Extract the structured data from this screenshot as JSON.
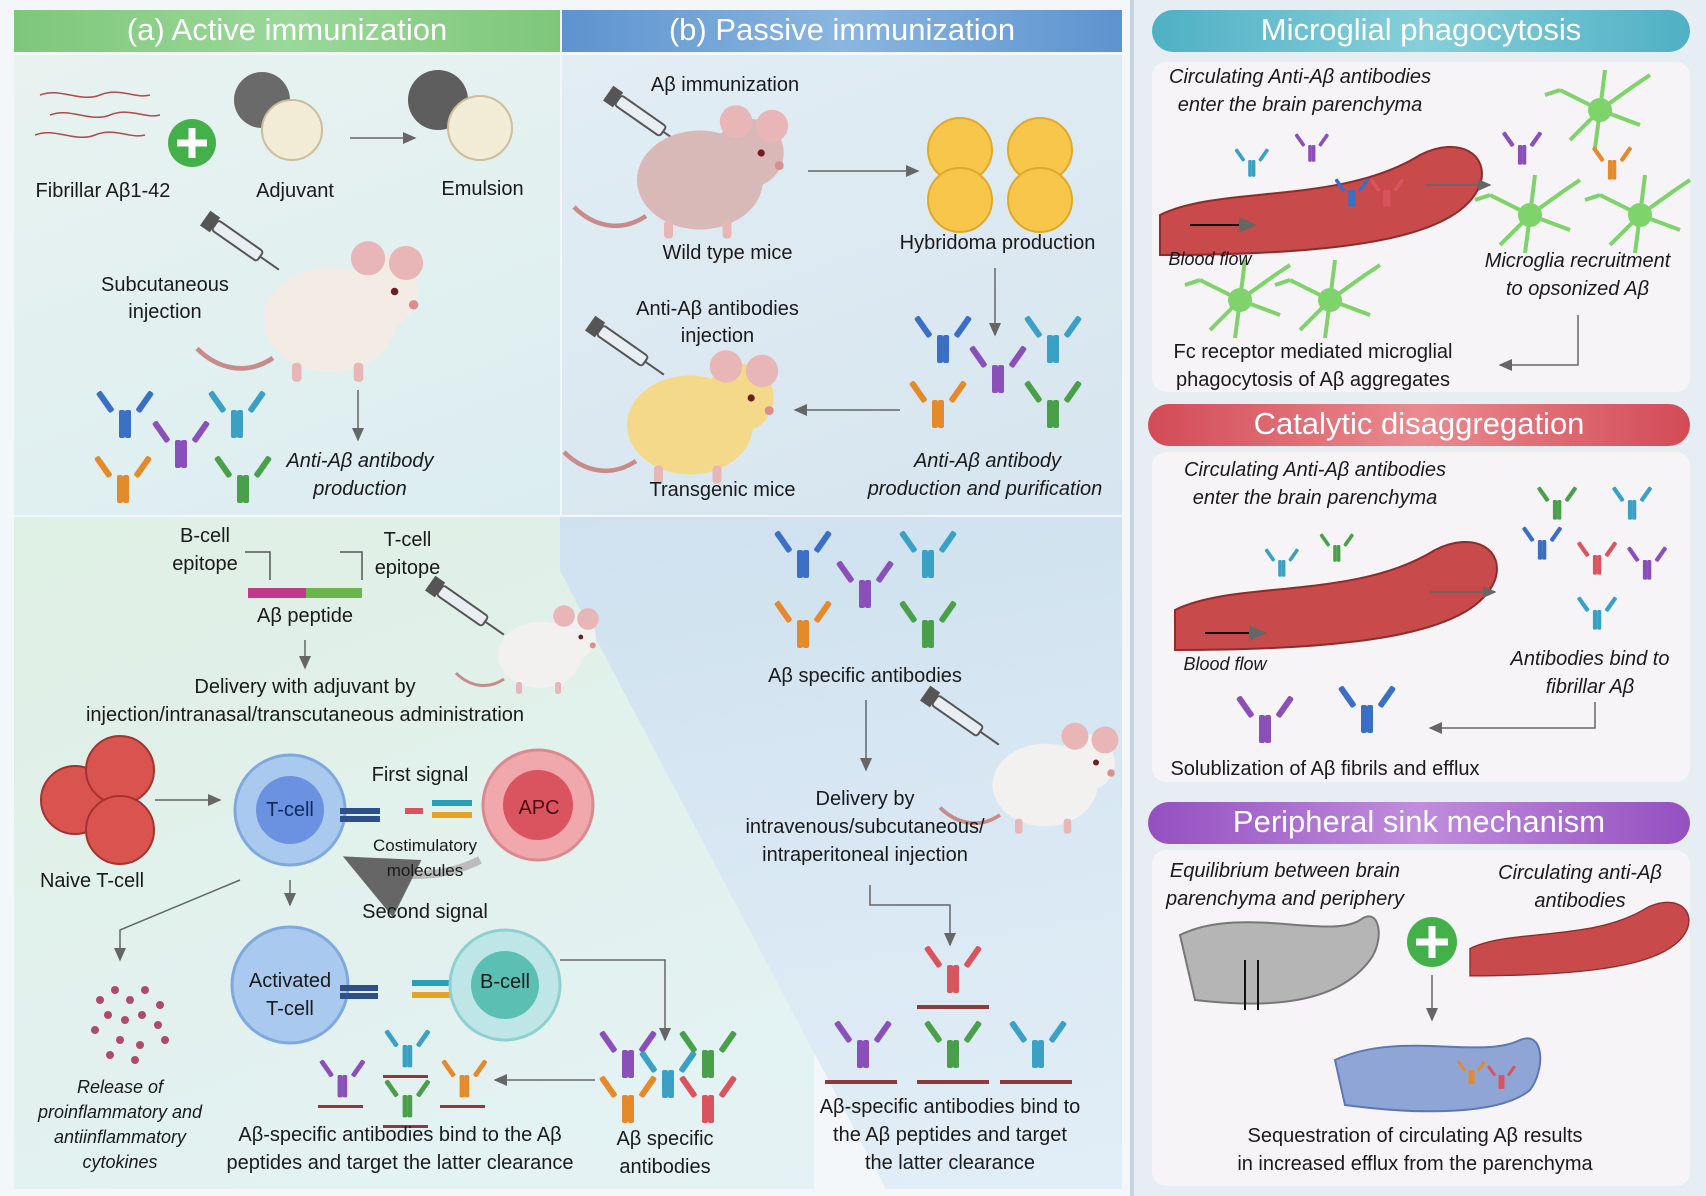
{
  "headers": {
    "active": "(a) Active immunization",
    "passive": "(b) Passive immunization",
    "microglial": "Microglial phagocytosis",
    "catalytic": "Catalytic disaggregation",
    "peripheral": "Peripheral sink mechanism"
  },
  "active_top": {
    "fibrillar": "Fibrillar Aβ1-42",
    "adjuvant": "Adjuvant",
    "emulsion": "Emulsion",
    "subcutaneous_1": "Subcutaneous",
    "subcutaneous_2": "injection",
    "antibody_1": "Anti-Aβ antibody",
    "antibody_2": "production"
  },
  "passive_top": {
    "immunization": "Aβ immunization",
    "wild_type": "Wild type mice",
    "hybridoma": "Hybridoma production",
    "injection_1": "Anti-Aβ antibodies",
    "injection_2": "injection",
    "transgenic": "Transgenic mice",
    "purification_1": "Anti-Aβ antibody",
    "purification_2": "production and purification"
  },
  "active_bottom": {
    "bcell_epitope_1": "B-cell",
    "bcell_epitope_2": "epitope",
    "tcell_epitope_1": "T-cell",
    "tcell_epitope_2": "epitope",
    "peptide": "Aβ peptide",
    "delivery_1": "Delivery with adjuvant by",
    "delivery_2": "injection/intranasal/transcutaneous administration",
    "naive": "Naive T-cell",
    "tcell": "T-cell",
    "apc": "APC",
    "first_signal": "First signal",
    "costim_1": "Costimulatory",
    "costim_2": "molecules",
    "second_signal": "Second signal",
    "activated_1": "Activated",
    "activated_2": "T-cell",
    "bcell": "B-cell",
    "release_1": "Release of",
    "release_2": "proinflammatory and",
    "release_3": "antiinflammatory",
    "release_4": "cytokines",
    "bind_1": "Aβ-specific antibodies bind to the Aβ",
    "bind_2": "peptides and target the latter clearance",
    "specific_1": "Aβ specific",
    "specific_2": "antibodies"
  },
  "passive_bottom": {
    "specific": "Aβ specific antibodies",
    "delivery_1": "Delivery by",
    "delivery_2": "intravenous/subcutaneous/",
    "delivery_3": "intraperitoneal injection",
    "bind_1": "Aβ-specific antibodies bind to",
    "bind_2": "the Aβ peptides and target",
    "bind_3": "the latter clearance"
  },
  "microglial": {
    "circ_1": "Circulating Anti-Aβ antibodies",
    "circ_2": "enter the brain parenchyma",
    "blood_flow": "Blood flow",
    "recruit_1": "Microglia recruitment",
    "recruit_2": "to opsonized Aβ",
    "fc_1": "Fc receptor mediated microglial",
    "fc_2": "phagocytosis of Aβ aggregates"
  },
  "catalytic": {
    "circ_1": "Circulating Anti-Aβ antibodies",
    "circ_2": "enter the brain parenchyma",
    "blood_flow": "Blood flow",
    "bind_1": "Antibodies bind to",
    "bind_2": "fibrillar Aβ",
    "solub": "Solublization of Aβ fibrils and efflux"
  },
  "peripheral": {
    "equil_1": "Equilibrium between brain",
    "equil_2": "parenchyma and periphery",
    "circ_1": "Circulating anti-Aβ",
    "circ_2": "antibodies",
    "seq_1": "Sequestration of circulating Aβ results",
    "seq_2": "in increased efflux from the parenchyma"
  },
  "colors": {
    "active_green": "#7cc576",
    "passive_blue": "#6a9fd6",
    "microglial_teal": "#5bb8c9",
    "catalytic_red": "#d9545e",
    "peripheral_purple": "#9b59c4"
  }
}
